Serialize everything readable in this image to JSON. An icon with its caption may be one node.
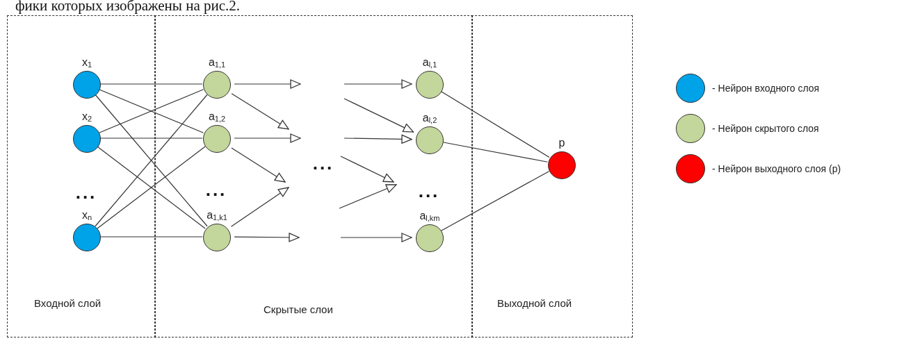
{
  "diagram": {
    "nodes": [
      {
        "text": [
          "Входной слой"
        ]
      },
      {
        "text": [
          "Скрытые слои"
        ]
      },
      {
        "text": [
          "Выходной слой"
        ]
      },
      {
        "text": [
          "x$_{1}$"
        ],
        "in": 0
      },
      {
        "text": [
          "x$_{2}$"
        ],
        "in": 0
      },
      {
        "text": [
          "x$_{n}$"
        ],
        "in": 0
      },
      {
        "text": [
          "a$_{1,1}$"
        ],
        "in": 1
      },
      {
        "text": [
          "a$_{1,2}$"
        ],
        "in": 1
      },
      {
        "text": [
          "a$_{1,k1}$"
        ],
        "in": 1
      },
      {
        "text": [
          "a$_{l,1}$"
        ],
        "in": 1
      },
      {
        "text": [
          "a$_{l,2}$"
        ],
        "in": 1
      },
      {
        "text": [
          "a$_{l,km}$"
        ],
        "in": 1
      },
      {
        "text": [
          "p"
        ],
        "in": 2
      }
    ],
    "edges": [
      {
        "from": 3,
        "to": 6,
        "arrow": "none"
      },
      {
        "from": 3,
        "to": 7,
        "arrow": "none"
      },
      {
        "from": 3,
        "to": 8,
        "arrow": "none"
      },
      {
        "from": 4,
        "to": 6,
        "arrow": "none"
      },
      {
        "from": 4,
        "to": 7,
        "arrow": "none"
      },
      {
        "from": 4,
        "to": 8,
        "arrow": "none"
      },
      {
        "from": 5,
        "to": 6,
        "arrow": "none"
      },
      {
        "from": 5,
        "to": 7,
        "arrow": "none"
      },
      {
        "from": 5,
        "to": 8,
        "arrow": "none"
      },
      {
        "from": 9,
        "to": 12,
        "arrow": "none"
      },
      {
        "from": 10,
        "to": 12,
        "arrow": "none"
      },
      {
        "from": 11,
        "to": 12,
        "arrow": "none"
      },
      {
        "from": 6,
        "to": null,
        "arrow": "to"
      },
      {
        "from": 6,
        "to": null,
        "arrow": "to"
      },
      {
        "from": 7,
        "to": null,
        "arrow": "to"
      },
      {
        "from": 7,
        "to": null,
        "arrow": "to"
      },
      {
        "from": 8,
        "to": null,
        "arrow": "to"
      },
      {
        "from": 8,
        "to": null,
        "arrow": "to"
      },
      {
        "from": null,
        "to": 9,
        "arrow": "to"
      },
      {
        "from": null,
        "to": 10,
        "arrow": "to"
      },
      {
        "from": null,
        "to": 10,
        "arrow": "to"
      },
      {
        "from": null,
        "to": 11,
        "arrow": "to"
      }
    ],
    "labels": [
      "фики которых изображены на рис.2.",
      "...",
      "...",
      "...",
      "..."
    ],
    "legend": [
      {
        "text": "- Нейрон входного слоя",
        "color": "#00a2e8"
      },
      {
        "text": "- Нейрон скрытого слоя",
        "color": "#c3d69b"
      },
      {
        "text": "- Нейрон выходного слоя (р)",
        "color": "#ff0000"
      }
    ]
  }
}
